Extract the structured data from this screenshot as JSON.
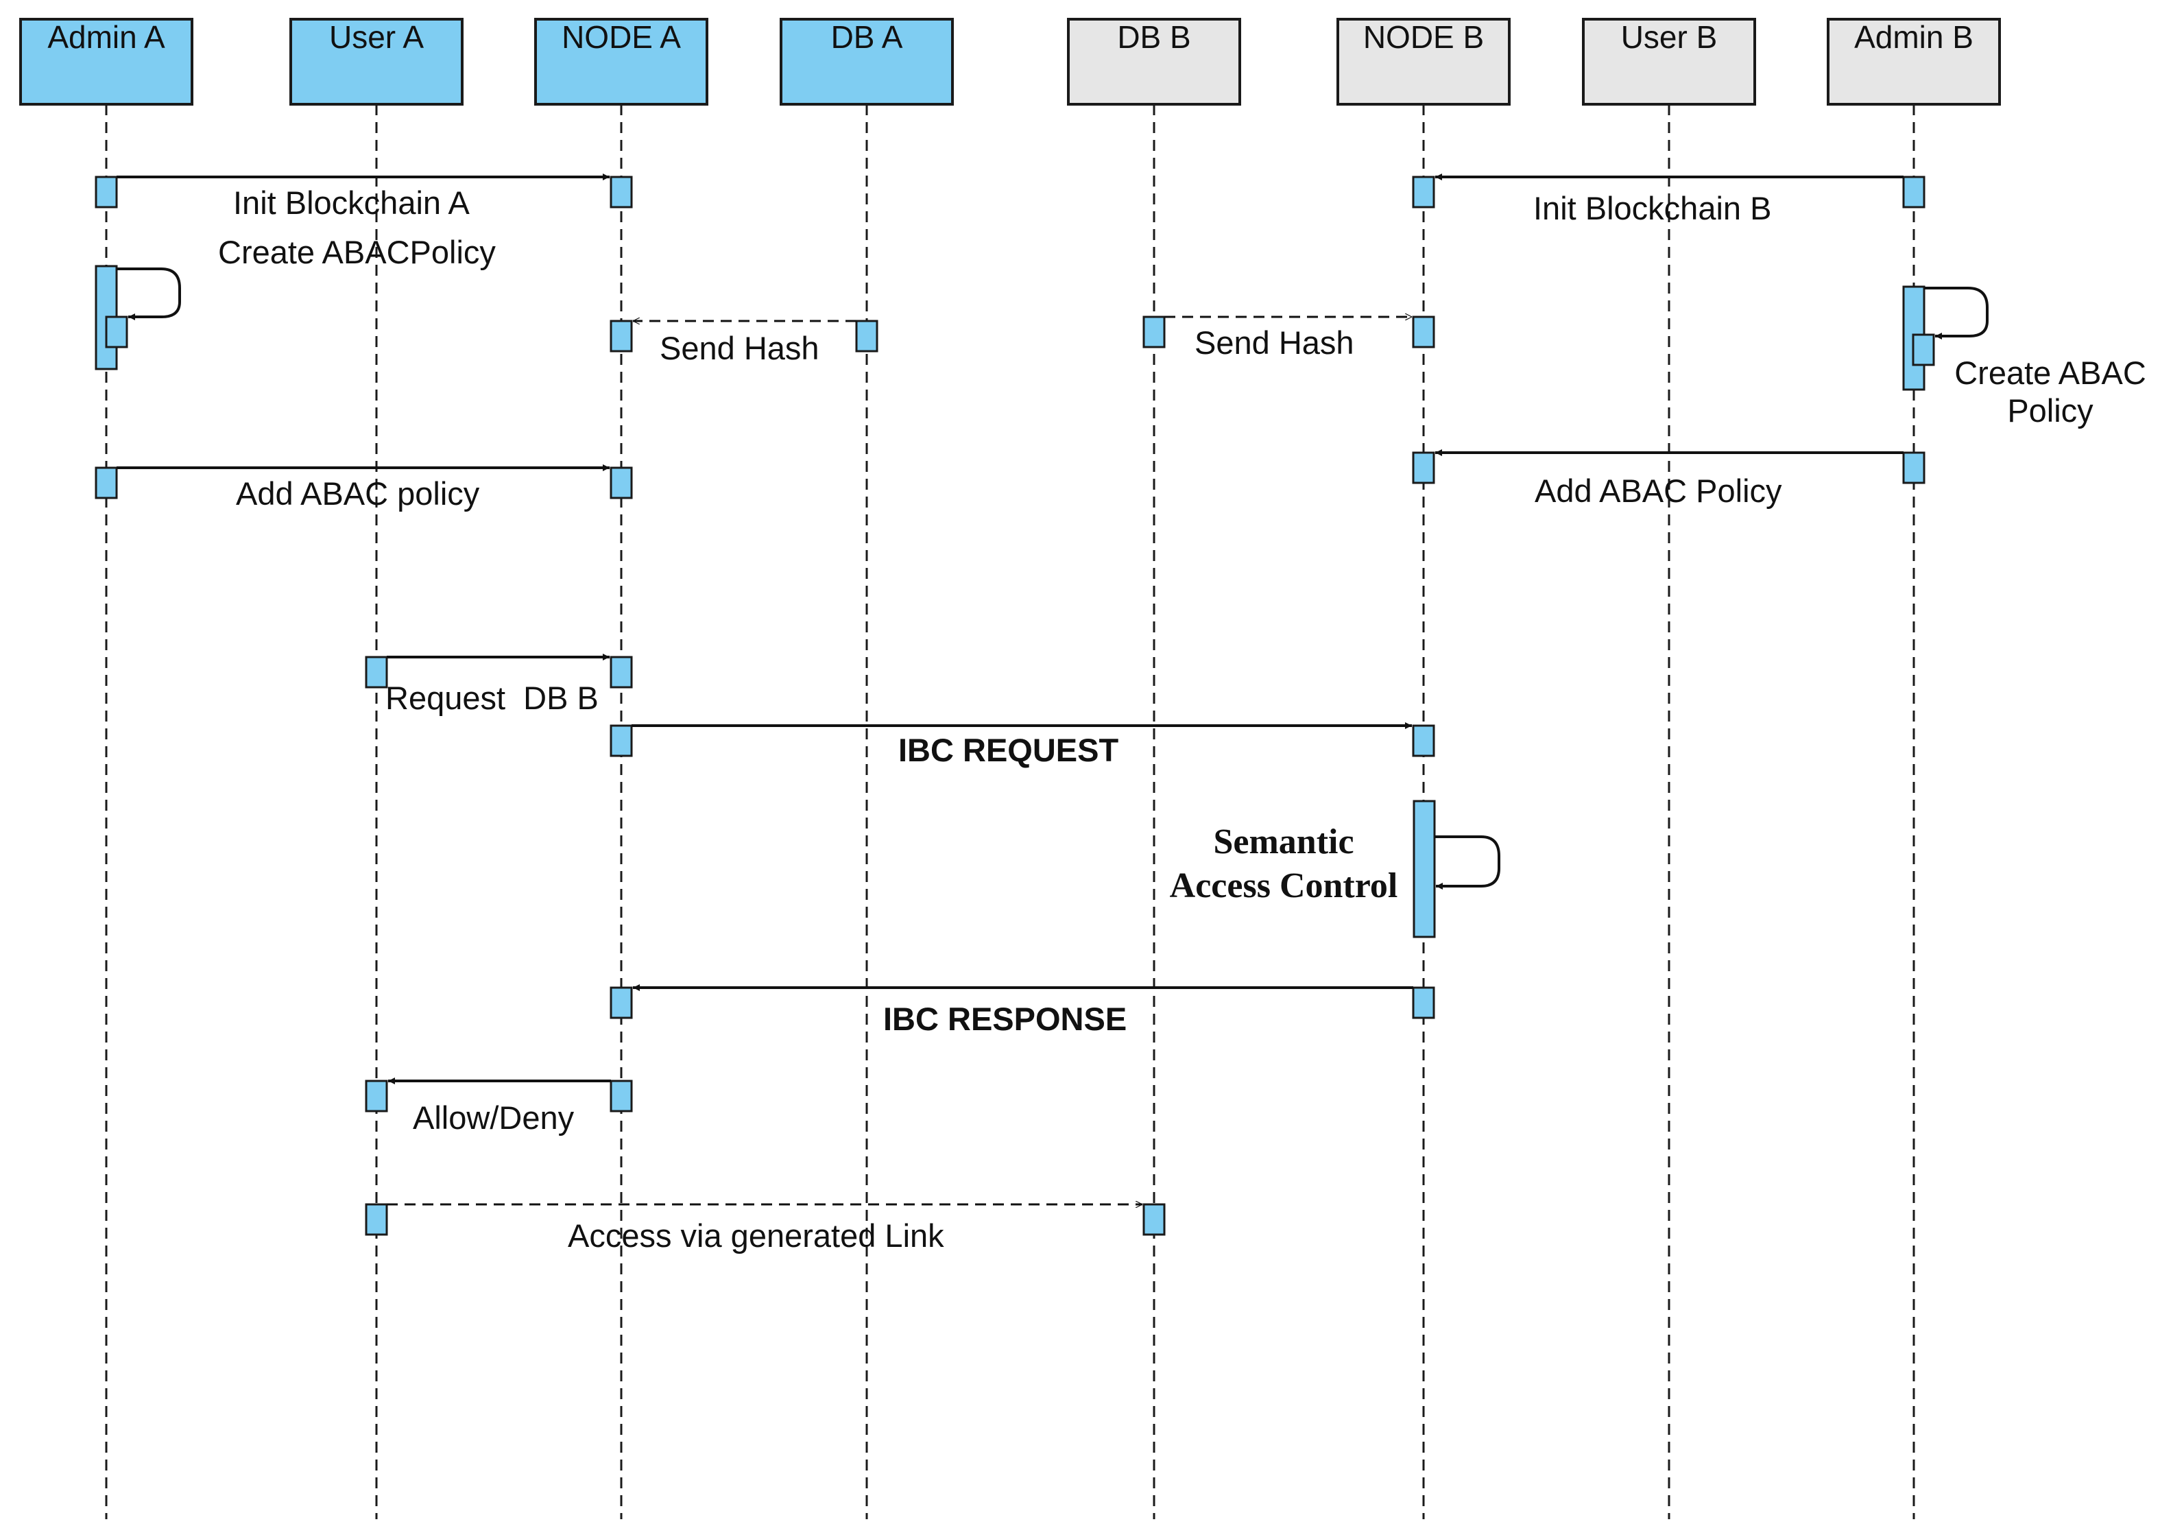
{
  "colors": {
    "side_a": "#7fcdf2",
    "side_b": "#e6e6e6",
    "stroke": "#1a1a1a",
    "activation": "#7fcdf2"
  },
  "participants": [
    {
      "id": "admin-a",
      "label": "Admin A",
      "side": "a"
    },
    {
      "id": "user-a",
      "label": "User A",
      "side": "a"
    },
    {
      "id": "node-a",
      "label": "NODE A",
      "side": "a"
    },
    {
      "id": "db-a",
      "label": "DB A",
      "side": "a"
    },
    {
      "id": "db-b",
      "label": "DB B",
      "side": "b"
    },
    {
      "id": "node-b",
      "label": "NODE B",
      "side": "b"
    },
    {
      "id": "user-b",
      "label": "User B",
      "side": "b"
    },
    {
      "id": "admin-b",
      "label": "Admin B",
      "side": "b"
    }
  ],
  "messages": [
    {
      "id": "init-blockchain-a",
      "from": "admin-a",
      "to": "node-a",
      "label": "Init Blockchain A",
      "style": "sync"
    },
    {
      "id": "create-abac-policy-a",
      "from": "admin-a",
      "to": "admin-a",
      "label": "Create ABACPolicy",
      "style": "self"
    },
    {
      "id": "send-hash-a",
      "from": "db-a",
      "to": "node-a",
      "label": "Send Hash",
      "style": "reply"
    },
    {
      "id": "add-abac-policy-a",
      "from": "admin-a",
      "to": "node-a",
      "label": "Add ABAC policy",
      "style": "sync"
    },
    {
      "id": "init-blockchain-b",
      "from": "admin-b",
      "to": "node-b",
      "label": "Init Blockchain B",
      "style": "sync"
    },
    {
      "id": "create-abac-policy-b",
      "from": "admin-b",
      "to": "admin-b",
      "label": "Create ABAC Policy",
      "style": "self"
    },
    {
      "id": "send-hash-b",
      "from": "db-b",
      "to": "node-b",
      "label": "Send Hash",
      "style": "reply"
    },
    {
      "id": "add-abac-policy-b",
      "from": "admin-b",
      "to": "node-b",
      "label": "Add ABAC Policy",
      "style": "sync"
    },
    {
      "id": "request-db-b",
      "from": "user-a",
      "to": "node-a",
      "label": "Request  DB B",
      "style": "sync"
    },
    {
      "id": "ibc-request",
      "from": "node-a",
      "to": "node-b",
      "label": "IBC REQUEST",
      "style": "sync"
    },
    {
      "id": "semantic-access-control",
      "from": "node-b",
      "to": "node-b",
      "label": "Semantic Access Control",
      "style": "self"
    },
    {
      "id": "ibc-response",
      "from": "node-b",
      "to": "node-a",
      "label": "IBC RESPONSE",
      "style": "sync"
    },
    {
      "id": "allow-deny",
      "from": "node-a",
      "to": "user-a",
      "label": "Allow/Deny",
      "style": "sync"
    },
    {
      "id": "access-via-link",
      "from": "user-a",
      "to": "db-b",
      "label": "Access via generated Link",
      "style": "reply"
    }
  ],
  "semantic_lines": [
    "Semantic",
    "Access Control"
  ],
  "create_abac_b_lines": [
    "Create ABAC",
    "Policy"
  ]
}
